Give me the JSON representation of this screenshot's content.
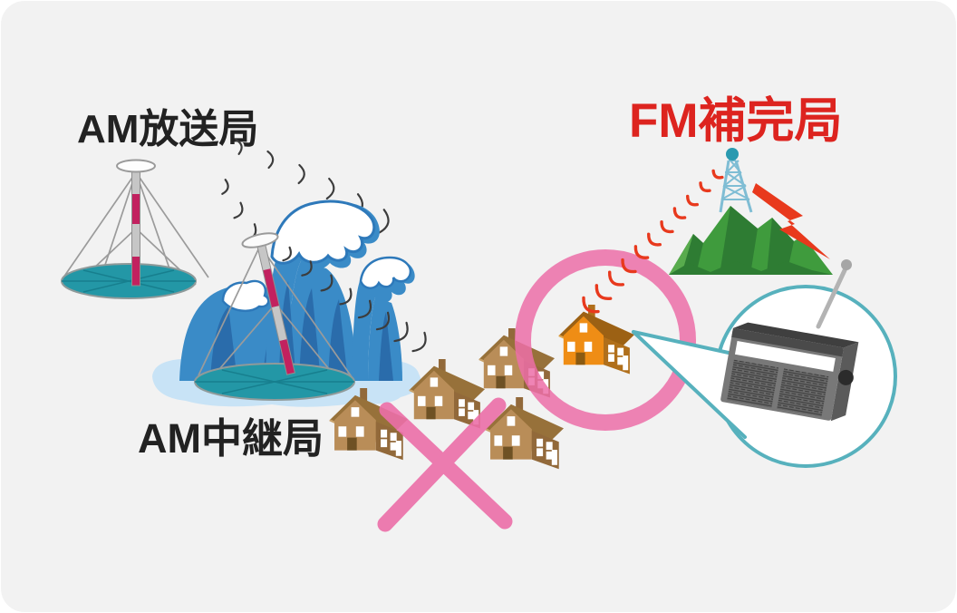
{
  "illustration": {
    "background": "#f2f2f2",
    "labels": {
      "am_station": "AM放送局",
      "am_relay": "AM中継局",
      "fm_supplementary": "FM補完局"
    },
    "colors": {
      "label_text": "#222222",
      "fm_label_red": "#dd241f",
      "highlight_pink": "#ec6fa8",
      "signal_wave_red": "#e8391d",
      "signal_wave_dark": "#3c3c3c",
      "antenna_base_teal": "#2397a6",
      "antenna_mast_magenta": "#c2215f",
      "tsunami_blue": "#3a8bc7",
      "water_light_blue": "#c8e3f6",
      "mountain_green": "#3f9b3d",
      "house_wall_brown": "#b98d58",
      "house_wall_orange": "#ef8d15",
      "radio_body_gray": "#787878",
      "callout_teal": "#57b1bd"
    }
  }
}
